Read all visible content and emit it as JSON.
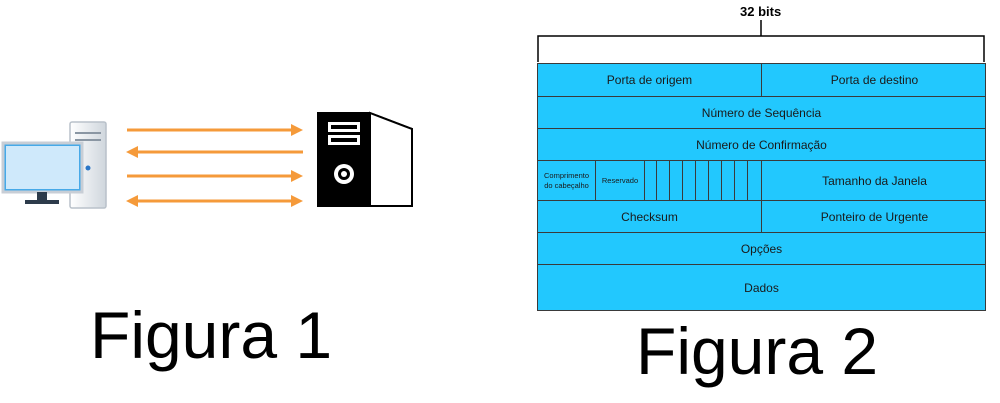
{
  "figure1": {
    "caption": "Figura 1",
    "arrow_color": "#f59a3a",
    "client_icon": "desktop-computer-icon",
    "server_icon": "server-tower-icon"
  },
  "figure2": {
    "caption": "Figura 2",
    "width_label": "32 bits",
    "fill_color": "#22c8fe",
    "rows": {
      "source_port": "Porta de origem",
      "destination_port": "Porta de destino",
      "sequence_number": "Número de Sequência",
      "ack_number": "Número de Confirmação",
      "header_length_line1": "Comprimento",
      "header_length_line2": "do cabeçalho",
      "reserved": "Reservado",
      "window_size": "Tamanho da Janela",
      "checksum": "Checksum",
      "urgent_pointer": "Ponteiro de Urgente",
      "options": "Opções",
      "data": "Dados"
    },
    "flag_count": 9
  }
}
